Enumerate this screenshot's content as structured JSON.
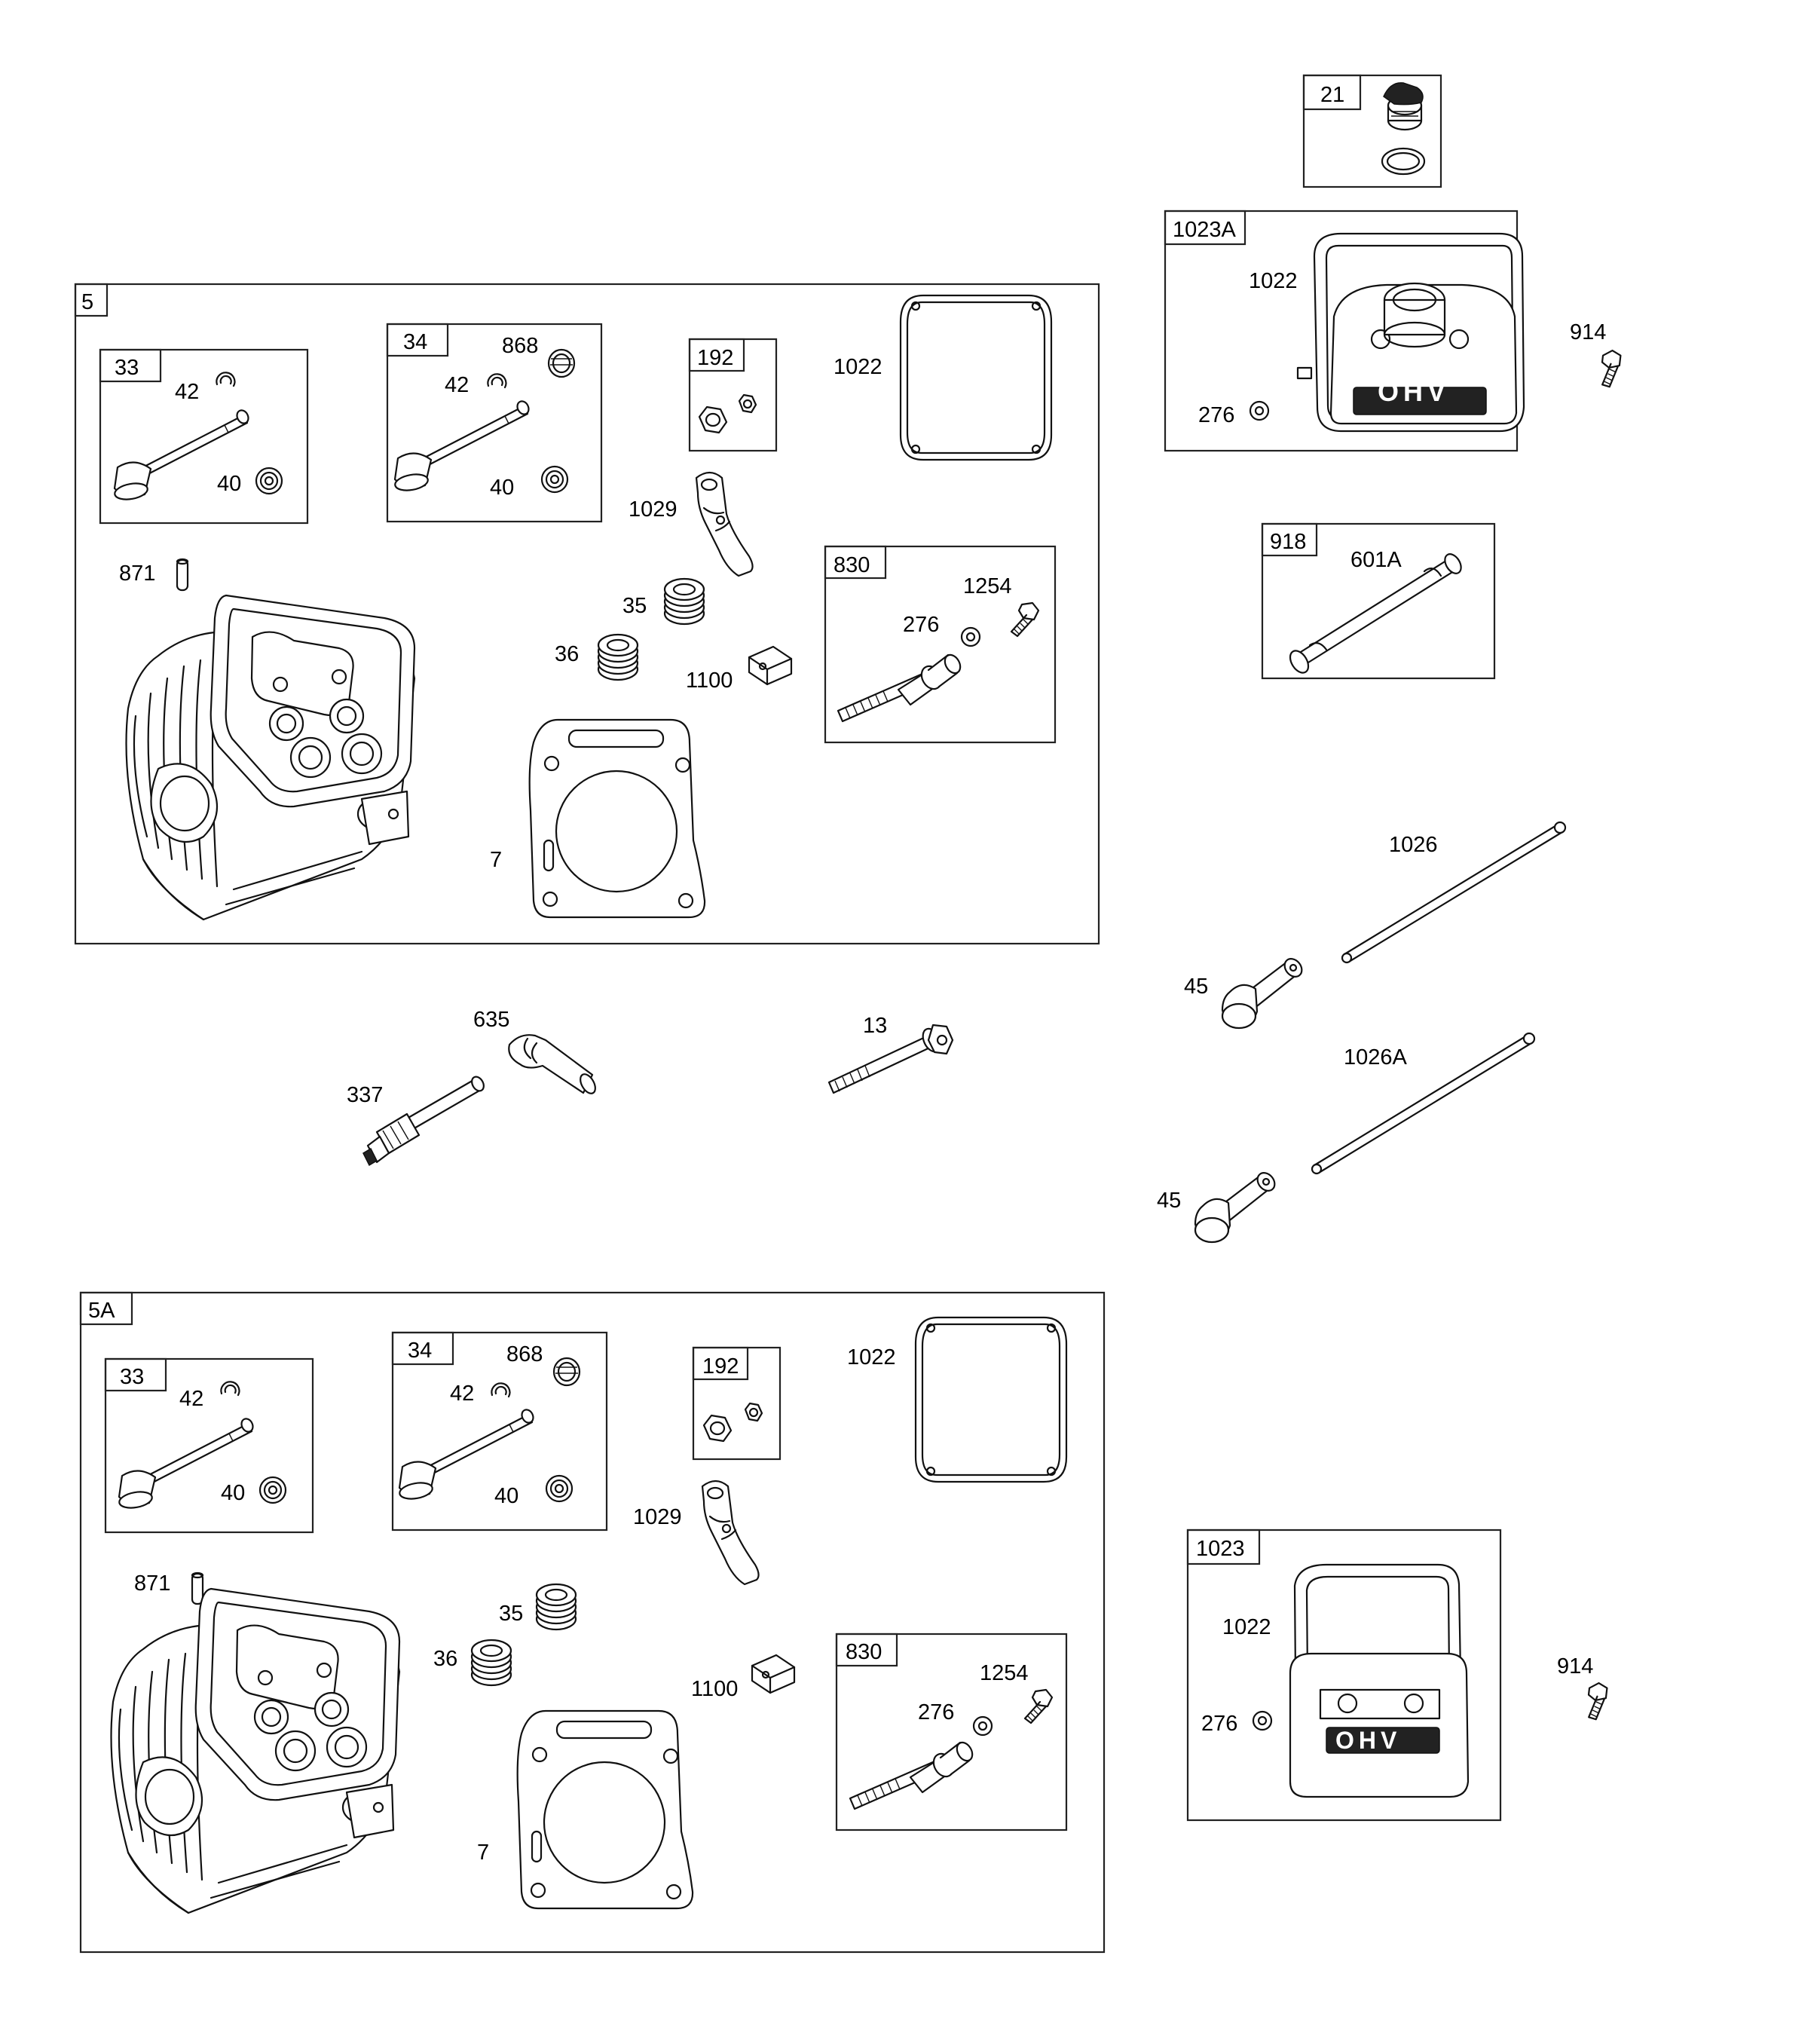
{
  "groups": {
    "g5": {
      "title": "5",
      "valve33": {
        "title": "33",
        "retainer": "42",
        "seal": "40"
      },
      "valve34": {
        "title": "34",
        "ring": "868",
        "retainer": "42",
        "seal": "40"
      },
      "nut192": {
        "title": "192"
      },
      "gasket": "1022",
      "rocker": "1029",
      "pin": "871",
      "spring35": "35",
      "spring36": "36",
      "guide": "1100",
      "stud830": {
        "title": "830",
        "screw": "1254",
        "washer": "276"
      },
      "head_gasket": "7"
    },
    "g5A": {
      "title": "5A",
      "valve33": {
        "title": "33",
        "retainer": "42",
        "seal": "40"
      },
      "valve34": {
        "title": "34",
        "ring": "868",
        "retainer": "42",
        "seal": "40"
      },
      "nut192": {
        "title": "192"
      },
      "gasket": "1022",
      "rocker": "1029",
      "pin": "871",
      "spring35": "35",
      "spring36": "36",
      "guide": "1100",
      "stud830": {
        "title": "830",
        "screw": "1254",
        "washer": "276"
      },
      "head_gasket": "7"
    },
    "g21": {
      "title": "21"
    },
    "g1023A": {
      "title": "1023A",
      "gasket": "1022",
      "washer": "276",
      "logo": "OHV"
    },
    "g918": {
      "title": "918",
      "tube": "601A"
    },
    "g1023": {
      "title": "1023",
      "gasket": "1022",
      "washer": "276",
      "logo": "OHV"
    }
  },
  "loose_parts": {
    "bolt_top": "914",
    "bolt_bottom": "914",
    "push_rod": "1026",
    "push_rod_a": "1026A",
    "tappet_upper": "45",
    "tappet_lower": "45",
    "spark_plug": "337",
    "plug_boot": "635",
    "head_bolt": "13"
  }
}
